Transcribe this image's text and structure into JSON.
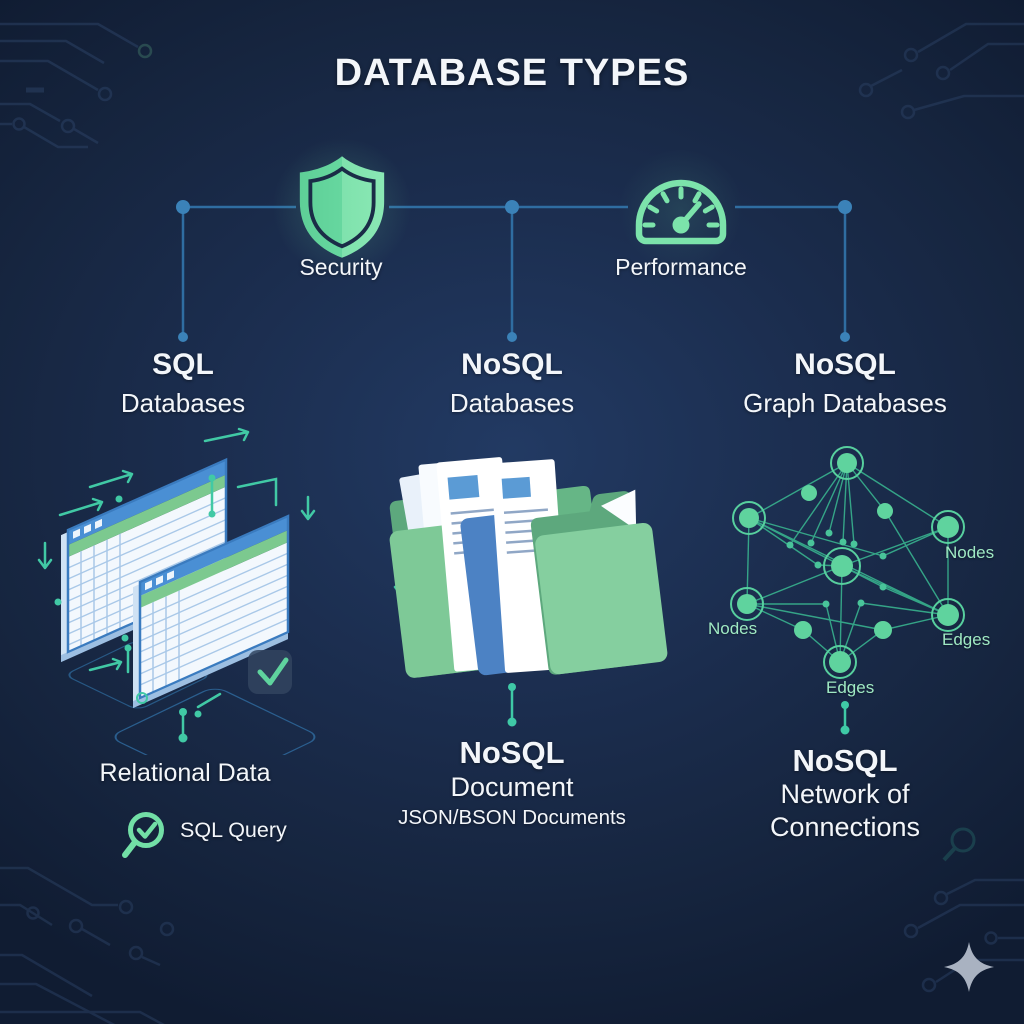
{
  "title": "DATABASE TYPES",
  "features": [
    {
      "label": "Security",
      "icon": "shield-icon"
    },
    {
      "label": "Performance",
      "icon": "gauge-icon"
    }
  ],
  "columns": [
    {
      "heading_line1": "SQL",
      "heading_line2": "Databases",
      "caption_line1": "Relational Data",
      "query_badge": "SQL Query"
    },
    {
      "heading_line1": "NoSQL",
      "heading_line2": "Databases",
      "caption_line1": "NoSQL",
      "caption_line2": "Document",
      "caption_line3": "JSON/BSON Documents"
    },
    {
      "heading_line1": "NoSQL",
      "heading_line2": "Graph Databases",
      "caption_line1": "NoSQL",
      "caption_line2": "Network of",
      "caption_line3": "Connections",
      "graph_labels": {
        "left": "Nodes",
        "right_top": "Nodes",
        "right_bottom": "Edges",
        "bottom": "Edges"
      }
    }
  ],
  "colors": {
    "background_navy": "#16253f",
    "accent_green": "#72dfa6",
    "accent_teal": "#3fc9a6",
    "connector_blue": "#2f6da1",
    "node_green": "#5fd39e",
    "graph_label_green": "#9fe9c3",
    "table_header_blue": "#4a8fd4",
    "table_row_green": "#7cc98f",
    "folder_green": "#7ec997",
    "folder_blue": "#4c82c4",
    "text_white": "#f3f6fa",
    "sparkle_gray": "#a9b2c1"
  }
}
